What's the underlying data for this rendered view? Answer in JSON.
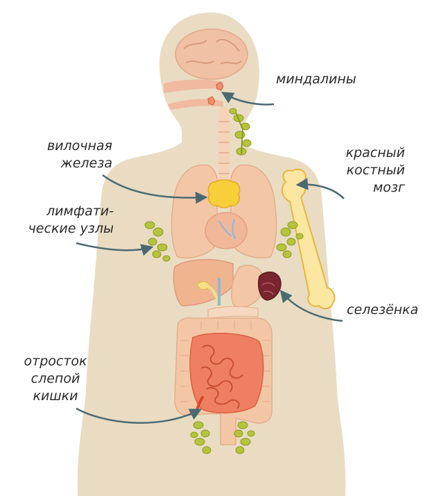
{
  "labels": {
    "tonsils": "миндалины",
    "thymus": [
      "вилочная",
      "железа"
    ],
    "lymph_nodes": [
      "лимфати-",
      "ческие узлы"
    ],
    "bone_marrow": [
      "красный",
      "костный",
      "мозг"
    ],
    "spleen": "селезёнка",
    "appendix": [
      "отросток",
      "слепой",
      "кишки"
    ]
  },
  "colors": {
    "body": "#e9dcc2",
    "organs": "#f3c7a6",
    "brain": "#f0c1a4",
    "lymph": "#b5c43b",
    "thymus": "#f7cf3a",
    "bone": "#fbe7a2",
    "bone_outline": "#e9b63c",
    "spleen": "#7a2530",
    "intestine": "#ee7f62",
    "arrow": "#4a6a72"
  },
  "icons": {
    "arrow": "curved-arrow",
    "lymph_node": "lymph-node-cluster"
  }
}
